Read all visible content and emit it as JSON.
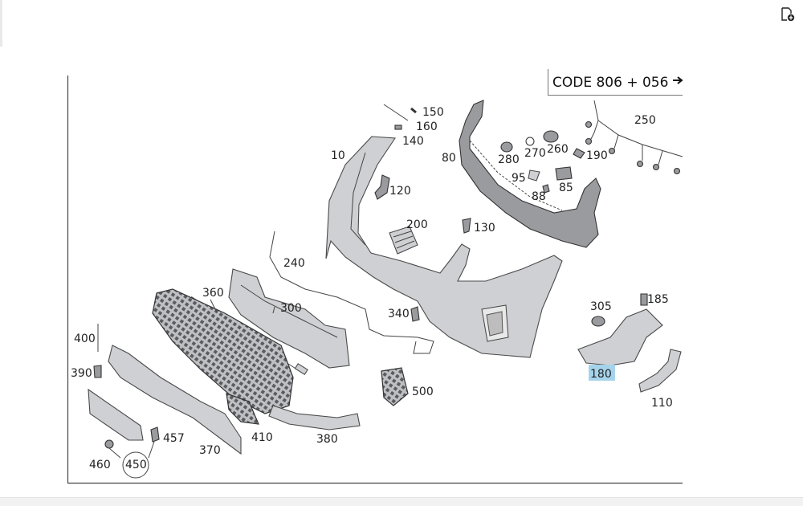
{
  "viewer": {
    "toolbar_icon": "add-page-icon"
  },
  "diagram": {
    "code_box": "CODE 806 + 056",
    "highlighted_part": "180",
    "labels": {
      "l150": "150",
      "l160": "160",
      "l140": "140",
      "l10": "10",
      "l80": "80",
      "l280": "280",
      "l270": "270",
      "l260": "260",
      "l190": "190",
      "l250": "250",
      "l95": "95",
      "l88": "88",
      "l85": "85",
      "l120": "120",
      "l200": "200",
      "l130": "130",
      "l240": "240",
      "l360": "360",
      "l300": "300",
      "l340": "340",
      "l305": "305",
      "l185": "185",
      "l180": "180",
      "l110": "110",
      "l400": "400",
      "l390": "390",
      "l500": "500",
      "l410": "410",
      "l380": "380",
      "l370": "370",
      "l457": "457",
      "l460": "460",
      "l450": "450"
    }
  }
}
